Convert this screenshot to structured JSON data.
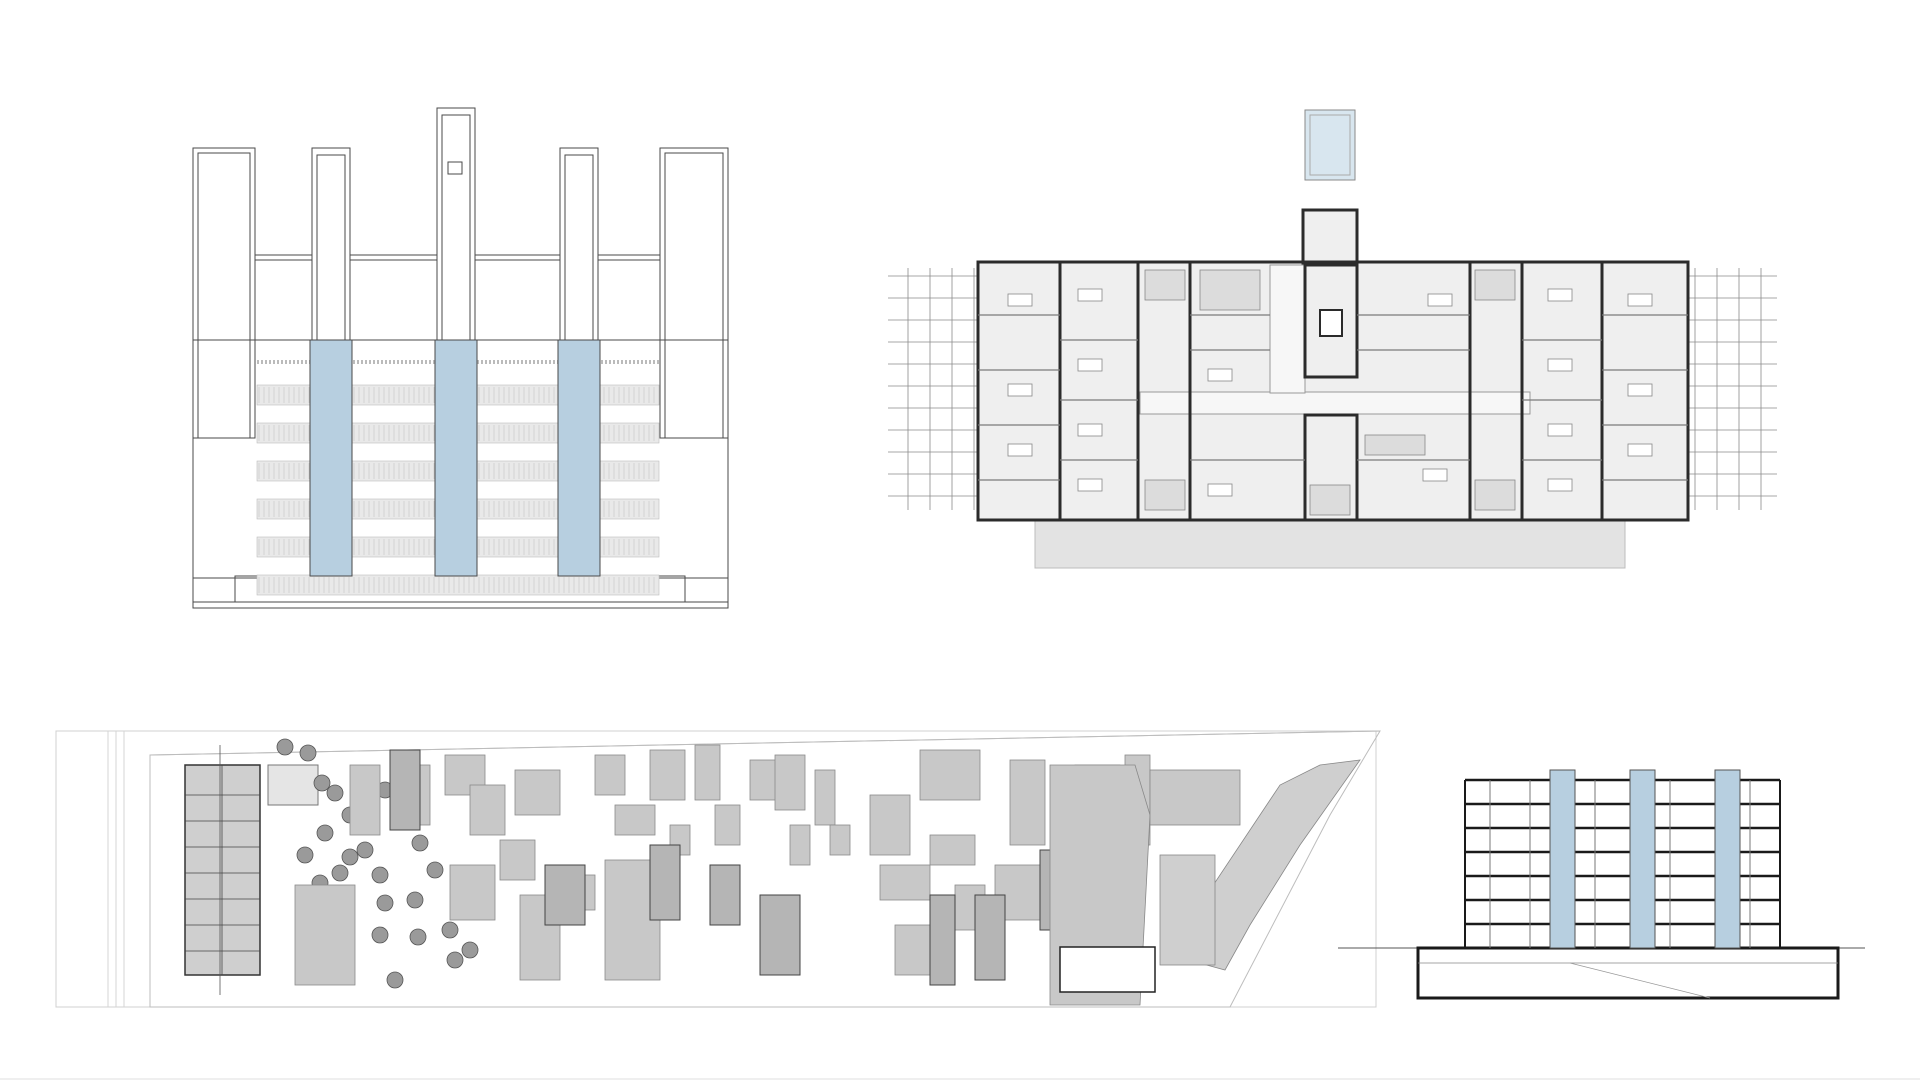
{
  "sheet": {
    "background": "#ffffff",
    "line_color": "#4a4a4a",
    "light_line": "#9a9a9a",
    "glass_blue": "#b7cfe0",
    "paper_grey": "#e6e6e6",
    "building_grey": "#cfcfcf",
    "dark_wall": "#2b2b2b"
  },
  "drawings": [
    {
      "id": "elevation",
      "kind": "front-elevation",
      "glazed_cores": 3,
      "floors": 6
    },
    {
      "id": "floor-plan",
      "kind": "typical-floor-plan",
      "units_per_side": 6
    },
    {
      "id": "site-plan",
      "kind": "site-plan",
      "trees_shown": true
    },
    {
      "id": "section",
      "kind": "building-section",
      "glazed_cores": 3,
      "floors": 7
    }
  ],
  "icons": {
    "tree": "tree-icon",
    "north": "none"
  }
}
